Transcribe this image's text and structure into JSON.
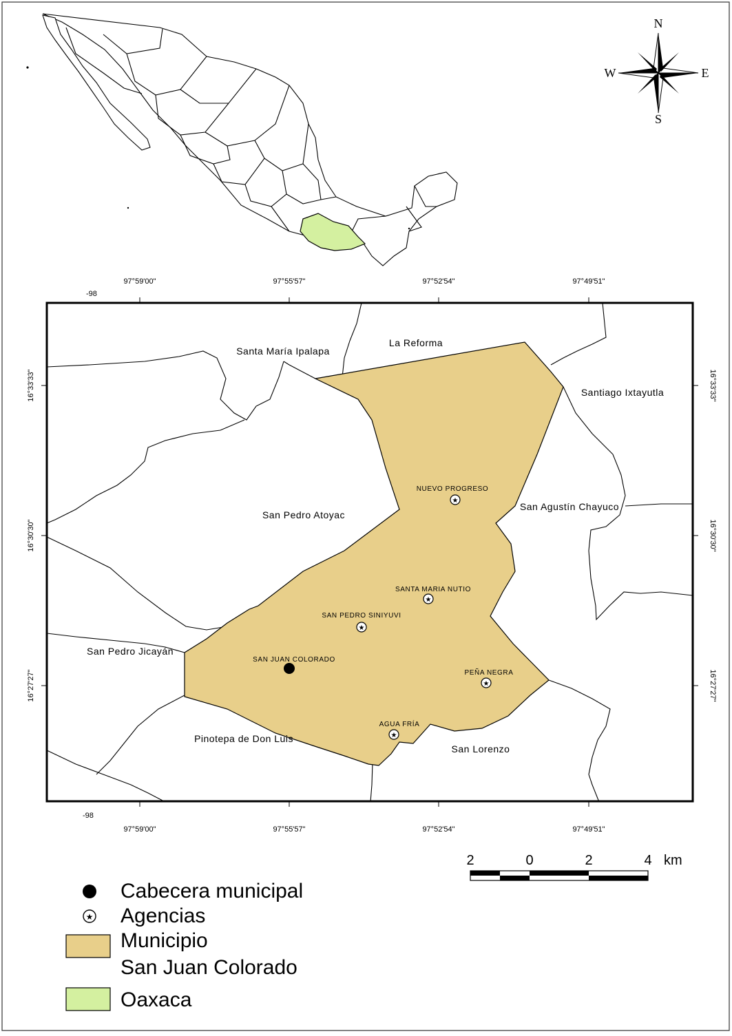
{
  "compass": {
    "north": "N",
    "south": "S",
    "east": "E",
    "west": "W"
  },
  "coordinates": {
    "top_longitudes": [
      "-98",
      "97°59'00\"",
      "97°55'57\"",
      "97°52'54\"",
      "97°49'51\""
    ],
    "bottom_longitudes": [
      "-98",
      "97°59'00\"",
      "97°55'57\"",
      "97°52'54\"",
      "97°49'51\""
    ],
    "left_latitudes": [
      "16°33'33\"",
      "16°30'30\"",
      "16°27'27\""
    ],
    "right_latitudes": [
      "16°33'33\"",
      "16°30'30\"",
      "16°27'27\""
    ]
  },
  "neighbors": [
    "Santa María Ipalapa",
    "La Reforma",
    "Santiago Ixtayutla",
    "San Pedro Atoyac",
    "San Agustín Chayuco",
    "San Pedro Jicayán",
    "Pinotepa de Don Luis",
    "San Lorenzo"
  ],
  "localities": {
    "seat": "SAN JUAN COLORADO",
    "agencies": [
      "NUEVO PROGRESO",
      "SANTA MARIA NUTIO",
      "SAN PEDRO SINIYUVI",
      "PEÑA NEGRA",
      "AGUA FRÍA"
    ]
  },
  "scale_bar": {
    "labels": [
      "2",
      "0",
      "2",
      "4"
    ],
    "unit": "km"
  },
  "legend": {
    "seat": "Cabecera municipal",
    "agencies": "Agencias",
    "municipality_line1": "Municipio",
    "municipality_line2": "San Juan Colorado",
    "state": "Oaxaca"
  },
  "colors": {
    "municipality": "#e8cf8a",
    "state_highlight": "#d4f0a0",
    "border": "#000000"
  }
}
